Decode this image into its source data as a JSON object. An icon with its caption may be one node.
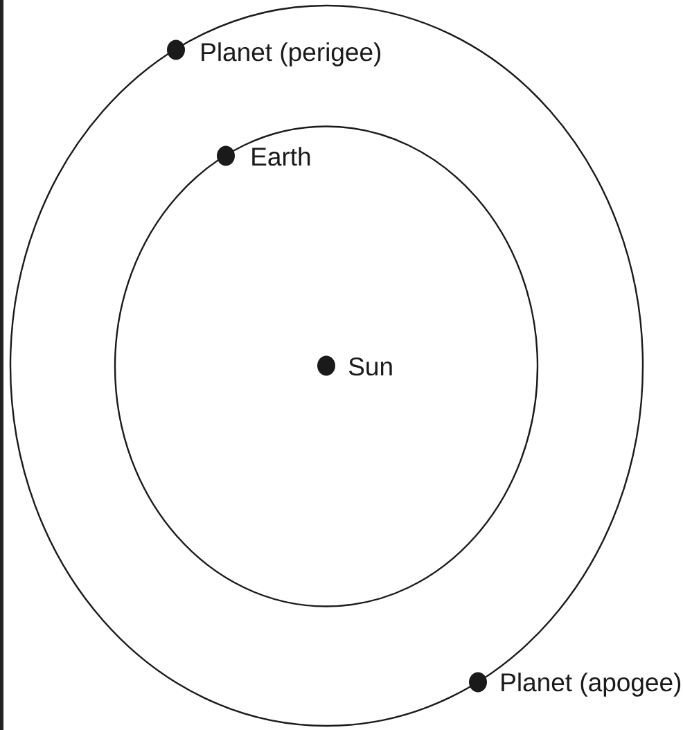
{
  "diagram": {
    "labels": [
      "Planet (perigee)",
      "Earth",
      "Sun",
      "Planet (apogee)"
    ]
  }
}
